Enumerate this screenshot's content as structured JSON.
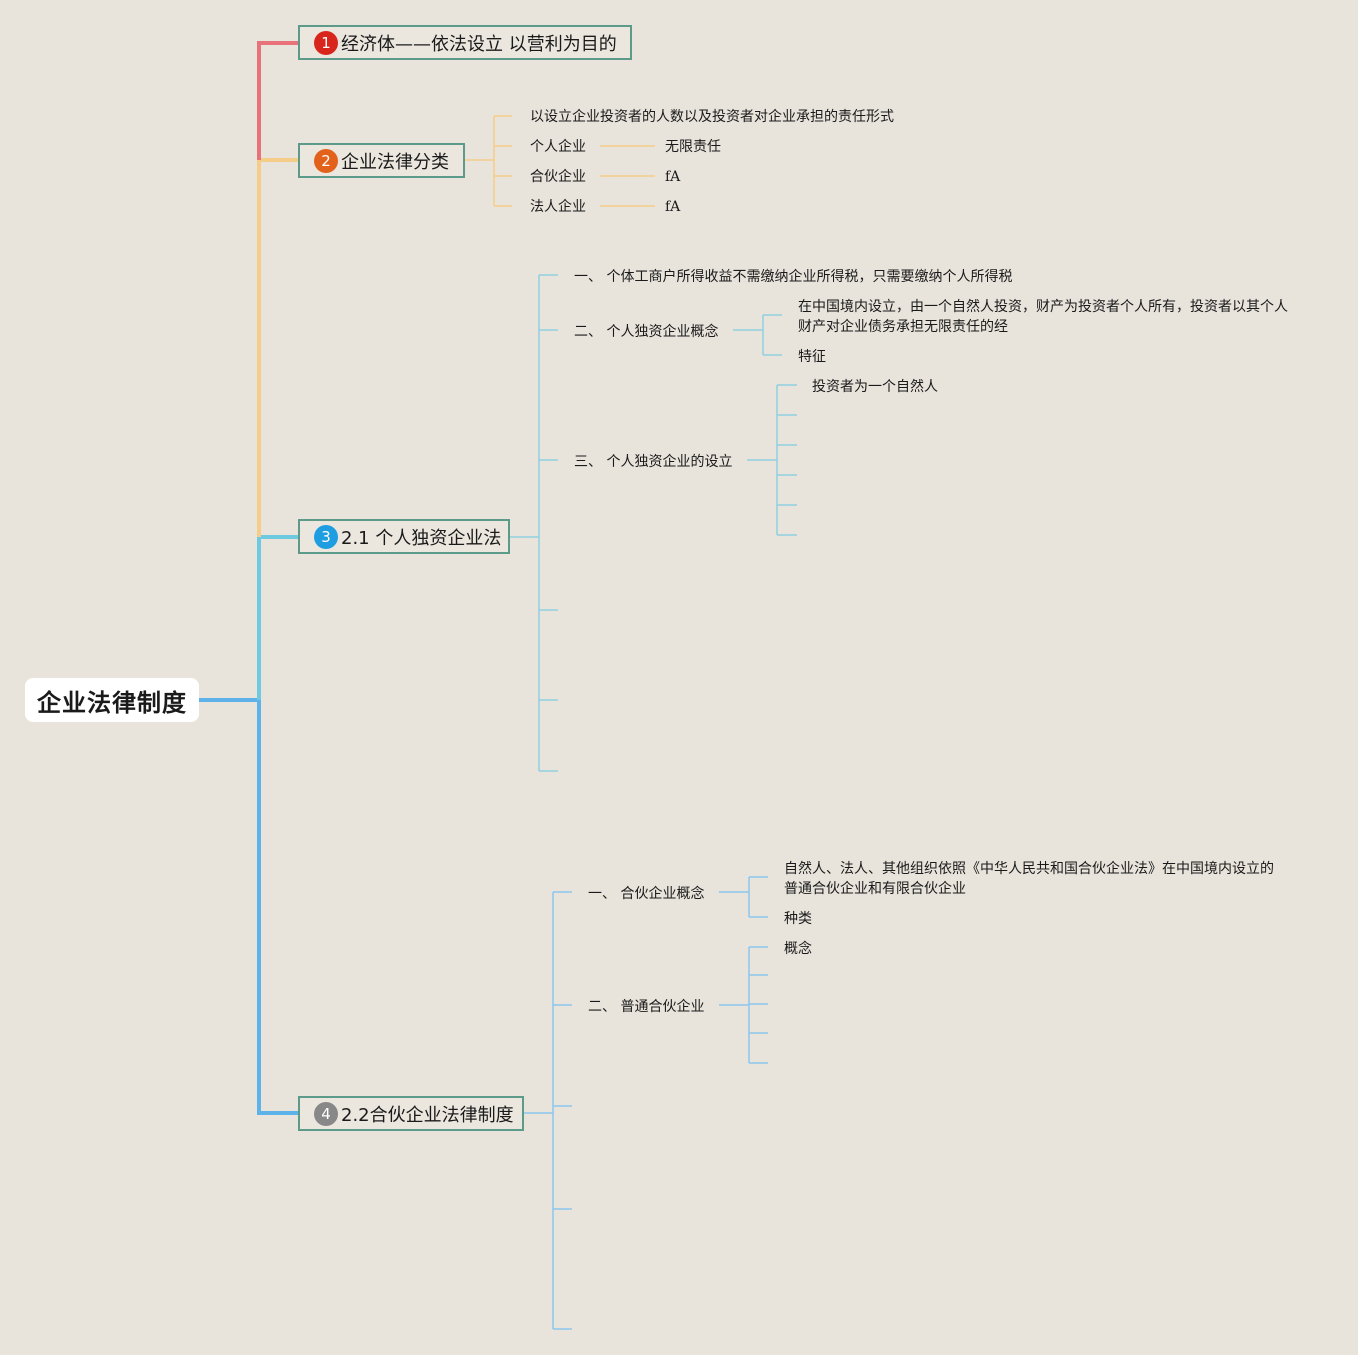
{
  "root": {
    "label": "企业法律制度"
  },
  "topics": [
    {
      "number": "1",
      "label": "经济体——依法设立 以营利为目的",
      "color": "#d9261c",
      "line_color": "#e8727a"
    },
    {
      "number": "2",
      "label": "企业法律分类",
      "color": "#e2621b",
      "line_color": "#f6cd88",
      "children": {
        "intro": "以设立企业投资者的人数以及投资者对企业承担的责任形式",
        "rows": [
          {
            "type": "个人企业",
            "liability": "无限责任"
          },
          {
            "type": "合伙企业",
            "liability": "fA"
          },
          {
            "type": "法人企业",
            "liability": "fA"
          }
        ]
      }
    },
    {
      "number": "3",
      "label": "2.1 个人独资企业法",
      "color": "#1e9de0",
      "line_color": "#6ecae0",
      "children": {
        "item1": "一、 个体工商户所得收益不需缴纳企业所得税，只需要缴纳个人所得税",
        "item2": "二、 个人独资企业概念",
        "item2_definition": "在中国境内设立，由一个自然人投资，财产为投资者个人所有，投资者以其个人财产对企业债务承担无限责任的经",
        "item2_feature": "特征",
        "item3": "三、 个人独资企业的设立",
        "item3_first": "投资者为一个自然人"
      }
    },
    {
      "number": "4",
      "label": "2.2合伙企业法律制度",
      "color": "#888888",
      "line_color": "#5eb2ea",
      "children": {
        "item1": "一、 合伙企业概念",
        "item1_definition": "自然人、法人、其他组织依照《中华人民共和国合伙企业法》在中国境内设立的普通合伙企业和有限合伙企业",
        "item1_types": "种类",
        "item2": "二、 普通合伙企业",
        "item2_first": "概念"
      }
    }
  ]
}
